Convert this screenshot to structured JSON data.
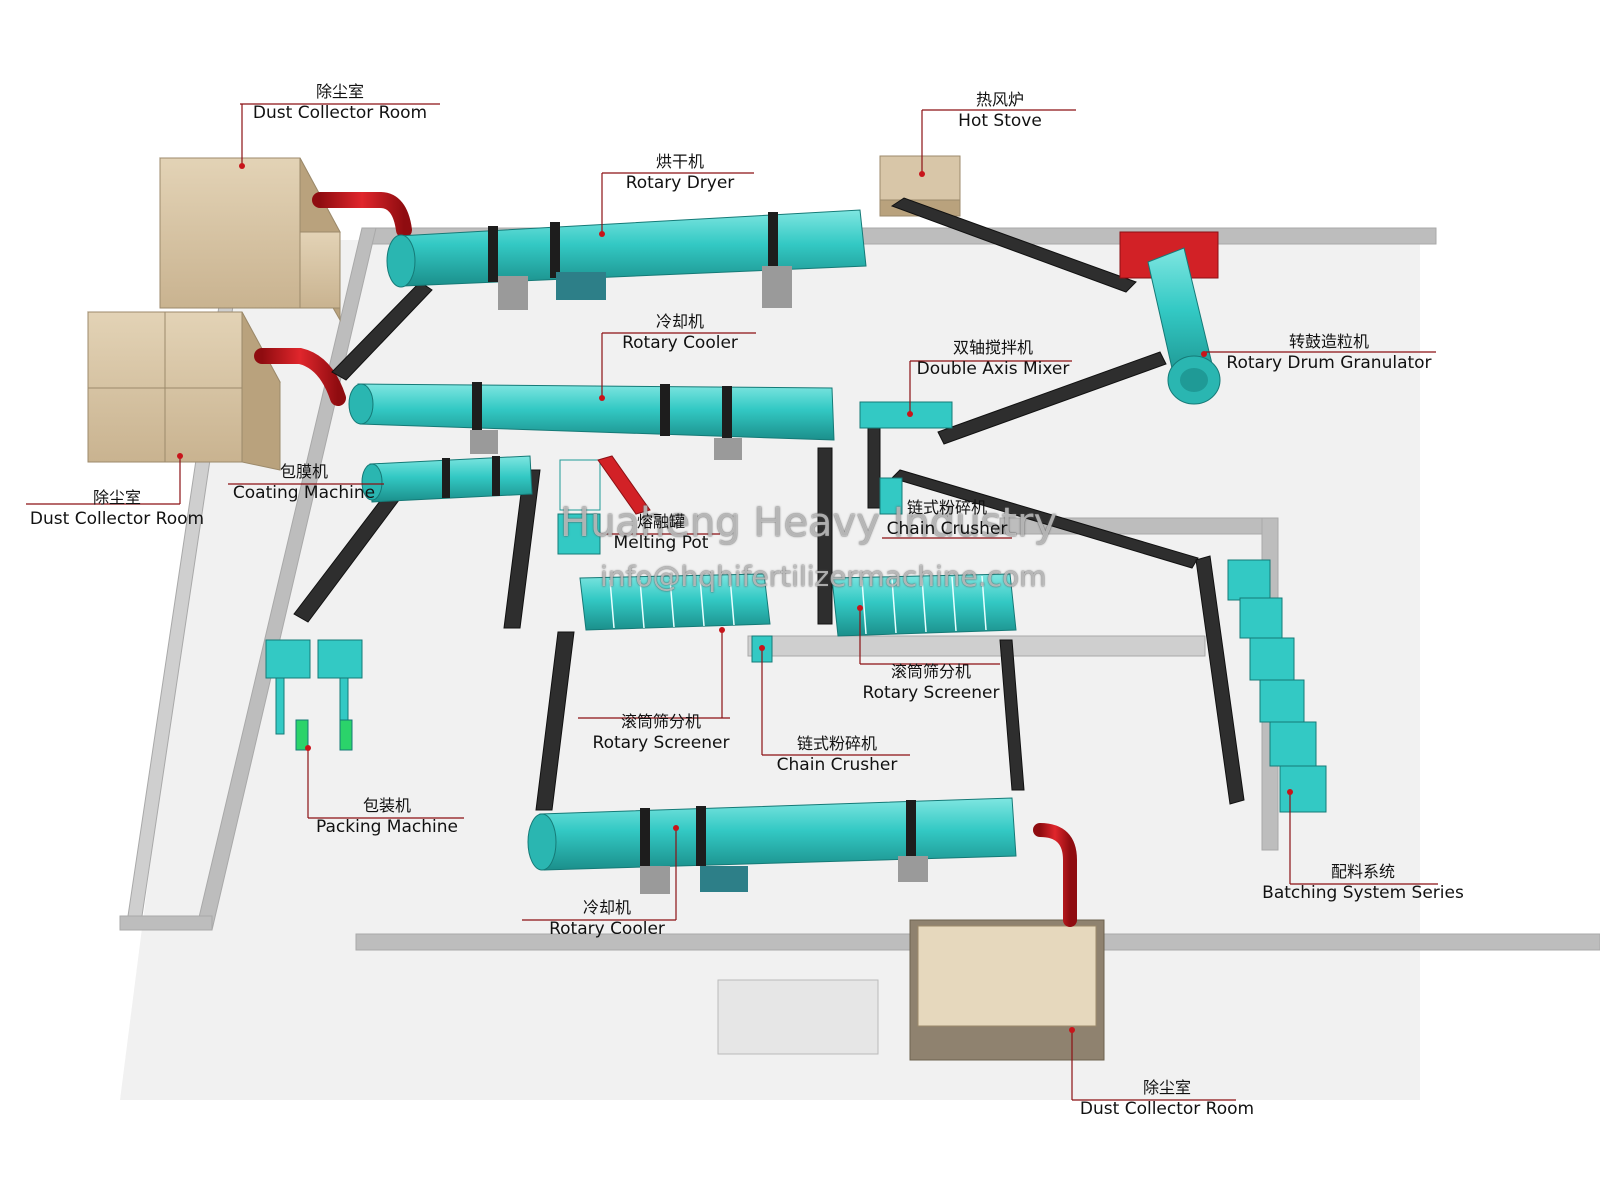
{
  "labels": {
    "dust_top": {
      "zh": "除尘室",
      "en": "Dust Collector Room"
    },
    "hot_stove": {
      "zh": "热风炉",
      "en": "Hot Stove"
    },
    "dryer": {
      "zh": "烘干机",
      "en": "Rotary Dryer"
    },
    "cooler_top": {
      "zh": "冷却机",
      "en": "Rotary Cooler"
    },
    "mixer": {
      "zh": "双轴搅拌机",
      "en": "Double Axis Mixer"
    },
    "granulator": {
      "zh": "转鼓造粒机",
      "en": "Rotary Drum Granulator"
    },
    "coating": {
      "zh": "包膜机",
      "en": "Coating Machine"
    },
    "dust_left": {
      "zh": "除尘室",
      "en": "Dust Collector Room"
    },
    "melting": {
      "zh": "熔融罐",
      "en": "Melting Pot"
    },
    "crusher_top": {
      "zh": "链式粉碎机",
      "en": "Chain Crusher"
    },
    "screener_r": {
      "zh": "滚筒筛分机",
      "en": "Rotary Screener"
    },
    "screener_l": {
      "zh": "滚筒筛分机",
      "en": "Rotary Screener"
    },
    "crusher_bot": {
      "zh": "链式粉碎机",
      "en": "Chain Crusher"
    },
    "packing": {
      "zh": "包装机",
      "en": "Packing Machine"
    },
    "batching": {
      "zh": "配料系统",
      "en": "Batching System Series"
    },
    "cooler_bot": {
      "zh": "冷却机",
      "en": "Rotary Cooler"
    },
    "dust_bot": {
      "zh": "除尘室",
      "en": "Dust Collector Room"
    }
  },
  "watermark": {
    "company": "Huaheng Heavy Industry",
    "email": "info@hqhifertilizermachine.com"
  },
  "colors": {
    "machine": "#33c9c4",
    "machine_dark": "#1f9a96",
    "conveyor": "#2e2e2e",
    "pipe": "#c8141a",
    "room": "#d8c6a8",
    "wall": "#c9c9c9",
    "floor": "#ececec",
    "leader": "#8c1014"
  }
}
